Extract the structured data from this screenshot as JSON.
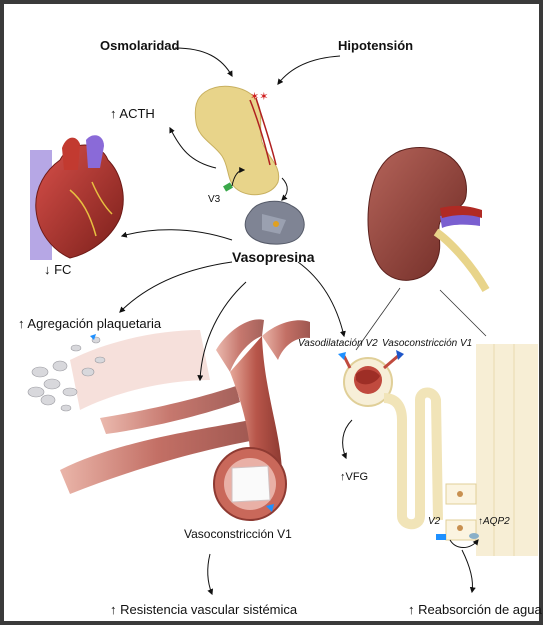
{
  "labels": {
    "osmolaridad": "Osmolaridad",
    "hipotension": "Hipotensión",
    "acth": "↑ ACTH",
    "v3": "V3",
    "fc": "↓ FC",
    "vasopresina": "Vasopresina",
    "agregacion": "↑ Agregación plaquetaria",
    "vasodilatacion_v2": "Vasodilatación V2",
    "vasoconstriccion_v1_renal": "Vasoconstricción V1",
    "vfg": "↑VFG",
    "vasoconstriccion_v1_vascular": "Vasoconstricción V1",
    "v2_tubulo": "V2",
    "aqp2": "↑AQP2",
    "resistencia": "↑ Resistencia vascular sistémica",
    "reabsorcion": "↑ Reabsorción de agua"
  },
  "colors": {
    "frame": "#3a3a3a",
    "background": "#ffffff",
    "pituitary": "#e8d48a",
    "heart": "#b5362b",
    "kidney": "#8a3a32",
    "vessel": "#c9685a",
    "receptor": "#1e90ff",
    "nephron": "#f1e4b8"
  }
}
